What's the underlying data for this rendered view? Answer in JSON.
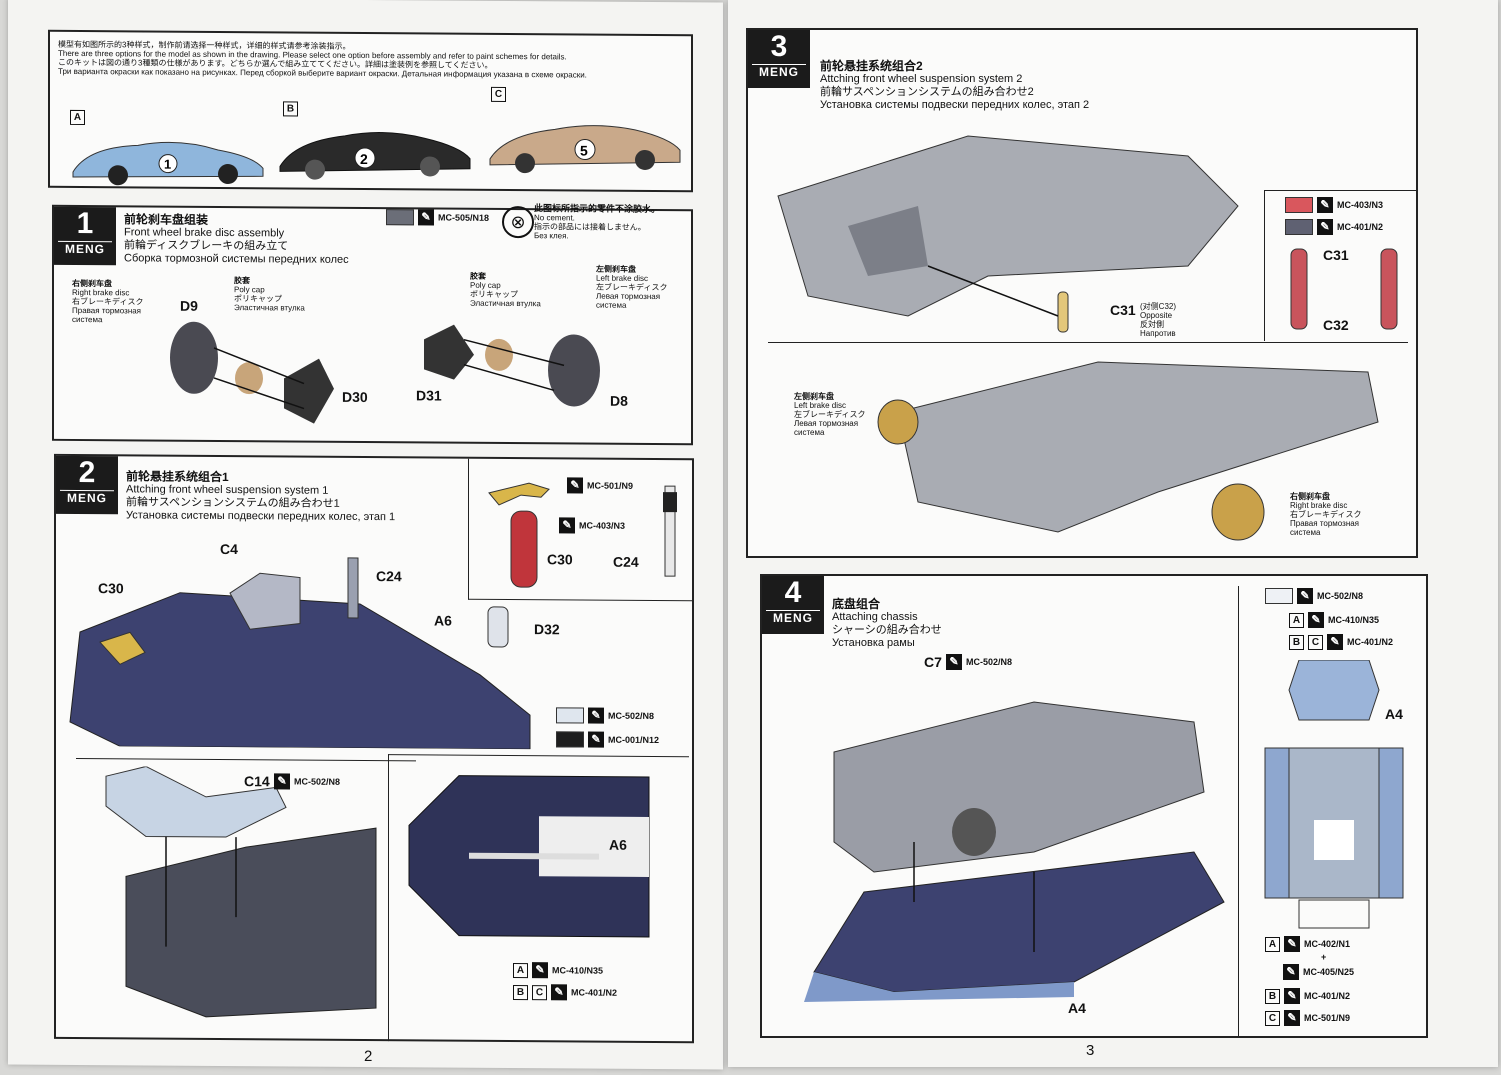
{
  "left_page": {
    "page_number": "2",
    "intro": {
      "lines": [
        "模型有如图所示的3种样式，制作前请选择一种样式，详细的样式请参考涂装指示。",
        "There are three options for the model as shown in the drawing. Please select one option before assembly and refer to paint schemes for details.",
        "このキットは図の通り3種類の仕様があります。どちらか選んで組み立ててください。詳細は塗装例を参照してください。",
        "Три варианта окраски как показано на рисунках. Перед сборкой выберите вариант окраски. Детальная информация указана в схеме окраски."
      ],
      "options": [
        {
          "letter": "A",
          "car_number": "1"
        },
        {
          "letter": "B",
          "car_number": "2"
        },
        {
          "letter": "C",
          "car_number": "5"
        }
      ]
    },
    "step1": {
      "number": "1",
      "brand": "MENG",
      "title_zh": "前轮刹车盘组装",
      "title_en": "Front wheel brake disc assembly",
      "title_ja": "前輪ディスクブレーキの組み立て",
      "title_ru": "Сборка тормозной системы передних колес",
      "paint": "MC-505/N18",
      "no_cement": [
        "此图标所指示的零件不涂胶水。",
        "No cement.",
        "指示の部品には接着しません。",
        "Без клея."
      ],
      "right_disc": [
        "右侧刹车盘",
        "Right brake disc",
        "右ブレーキディスク",
        "Правая тормозная",
        "система"
      ],
      "poly_cap": [
        "胶套",
        "Poly cap",
        "ポリキャップ",
        "Эластичная втулка"
      ],
      "left_disc": [
        "左侧刹车盘",
        "Left brake disc",
        "左ブレーキディスク",
        "Левая тормозная",
        "система"
      ],
      "parts": [
        "D9",
        "D30",
        "D31",
        "D8"
      ]
    },
    "step2": {
      "number": "2",
      "brand": "MENG",
      "title_zh": "前轮悬挂系统组合1",
      "title_en": "Attching front wheel suspension system 1",
      "title_ja": "前輪サスペンションシステムの組み合わせ1",
      "title_ru": "Установка системы подвески передних колес, этап 1",
      "paints": [
        "MC-501/N9",
        "MC-403/N3",
        "MC-502/N8",
        "MC-001/N12",
        "MC-502/N8",
        "MC-410/N35",
        "MC-401/N2"
      ],
      "parts": [
        "C30",
        "C24",
        "C4",
        "C24",
        "A6",
        "D32",
        "C30",
        "C14",
        "A6"
      ],
      "letter_A": "A",
      "letter_B": "B",
      "letter_C": "C"
    }
  },
  "right_page": {
    "page_number": "3",
    "step3": {
      "number": "3",
      "brand": "MENG",
      "title_zh": "前轮悬挂系统组合2",
      "title_en": "Attching front wheel suspension system 2",
      "title_ja": "前輪サスペンションシステムの組み合わせ2",
      "title_ru": "Установка системы подвески передних колес, этап 2",
      "paints": [
        "MC-403/N3",
        "MC-401/N2"
      ],
      "parts": [
        "C31",
        "C32",
        "C31"
      ],
      "opposite": [
        "(对侧C32)",
        "Opposite",
        "反対側",
        "Напротив"
      ],
      "left_disc": [
        "左侧刹车盘",
        "Left brake disc",
        "左ブレーキディスク",
        "Левая тормозная",
        "система"
      ],
      "right_disc": [
        "右侧刹车盘",
        "Right brake disc",
        "右ブレーキディスク",
        "Правая тормозная",
        "система"
      ]
    },
    "step4": {
      "number": "4",
      "brand": "MENG",
      "title_zh": "底盘组合",
      "title_en": "Attaching chassis",
      "title_ja": "シャーシの組み合わせ",
      "title_ru": "Установка рамы",
      "c7": "C7",
      "c7_paint": "MC-502/N8",
      "paints": [
        "MC-502/N8",
        "MC-410/N35",
        "MC-401/N2"
      ],
      "bottom_paints": [
        "MC-402/N1",
        "+",
        "MC-405/N25",
        "MC-401/N2",
        "MC-501/N9"
      ],
      "parts": [
        "A4",
        "A4"
      ],
      "letters": [
        "A",
        "B",
        "C"
      ]
    }
  },
  "colors": {
    "body_blue": "#7f8fb8",
    "dark_blue": "#3a3f6a",
    "gray": "#b9bcc2",
    "red": "#c9545c",
    "gold": "#c9a14a"
  }
}
